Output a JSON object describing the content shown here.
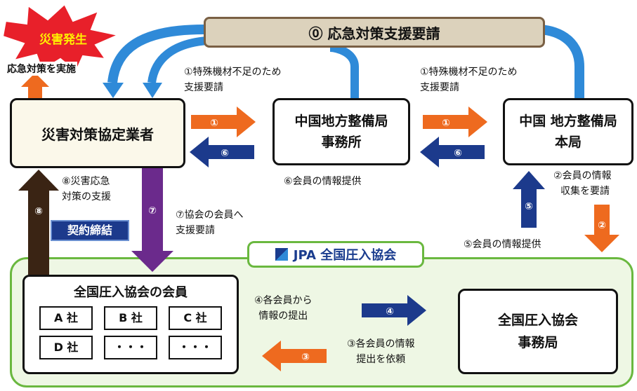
{
  "request_banner": "⓪ 応急対策支援要請",
  "disaster_label": "災害発生",
  "response_label": "応急対策を実施",
  "nodes": {
    "contractor": "災害対策協定業者",
    "office_line1": "中国地方整備局",
    "office_line2": "事務所",
    "hq_line1": "中国 地方整備局",
    "hq_line2": "本局",
    "members_title": "全国圧入協会の会員",
    "secretariat_line1": "全国圧入協会",
    "secretariat_line2": "事務局",
    "jpa_name": "JPA 全国圧入協会",
    "contract": "契約締結"
  },
  "companies": [
    "A 社",
    "B 社",
    "C 社",
    "D 社",
    "・・・",
    "・・・"
  ],
  "steps": {
    "s1": "①",
    "s2": "②",
    "s3": "③",
    "s4": "④",
    "s5": "⑤",
    "s6": "⑥",
    "s7": "⑦",
    "s8": "⑧"
  },
  "labels": {
    "l1a_1": "①特殊機材不足のため",
    "l1a_2": "支援要請",
    "l1b_1": "①特殊機材不足のため",
    "l1b_2": "支援要請",
    "l2_1": "②会員の情報",
    "l2_2": "収集を要請",
    "l3_1": "③各会員の情報",
    "l3_2": "提出を依頼",
    "l4_1": "④各会員から",
    "l4_2": "情報の提出",
    "l5": "⑤会員の情報提供",
    "l6": "⑥会員の情報提供",
    "l7_1": "⑦協会の会員へ",
    "l7_2": "支援要請",
    "l8_1": "⑧災害応急",
    "l8_2": "対策の支援"
  },
  "colors": {
    "orange": "#ee6a1f",
    "navy": "#1c3a8c",
    "purple": "#6b2a8c",
    "brown": "#3a2414",
    "blue_curve": "#2f8ad8",
    "banner_bg": "#dcd2bc",
    "banner_border": "#7a6044",
    "green": "#6ab83f",
    "green_bg": "#eef7e4",
    "burst": "#e8202a",
    "burst_text": "#fff100"
  }
}
